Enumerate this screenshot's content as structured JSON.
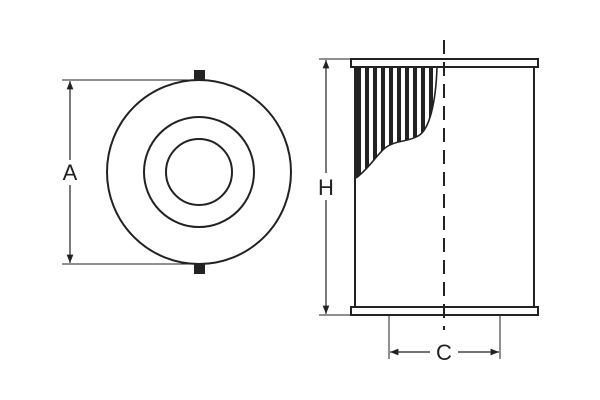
{
  "diagram": {
    "type": "technical-drawing",
    "subject": "cylindrical filter element",
    "stroke_color": "#222222",
    "background": "#ffffff",
    "views": {
      "top_view": {
        "name": "end view",
        "dimension_label": "A",
        "dimension_meaning": "outer diameter"
      },
      "side_view": {
        "name": "side view with cutaway pleats",
        "height_label": "H",
        "inner_label": "C",
        "height_meaning": "overall height",
        "inner_meaning": "inner diameter"
      }
    }
  }
}
